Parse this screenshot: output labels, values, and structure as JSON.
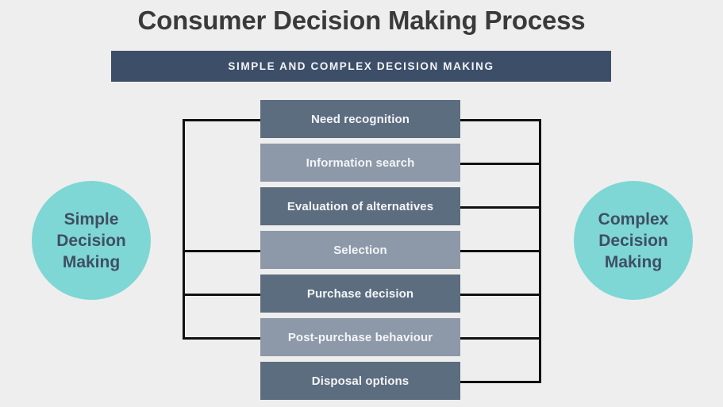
{
  "page": {
    "title": "Consumer Decision Making Process",
    "subtitle": "SIMPLE AND COMPLEX DECISION MAKING",
    "background_color": "#eeeeee",
    "title_color": "#3a3a3a",
    "subtitle_bar_color": "#3d4f68",
    "subtitle_text_color": "#f2f4f6"
  },
  "diagram": {
    "type": "process-flow",
    "connector_color": "#111111",
    "box_colors": {
      "dark": "#5d6d80",
      "light": "#8d99a8",
      "text": "#f3f5f7"
    },
    "steps": [
      {
        "index": 1,
        "label": "Need recognition",
        "tone": "dark"
      },
      {
        "index": 2,
        "label": "Information search",
        "tone": "light"
      },
      {
        "index": 3,
        "label": "Evaluation of alternatives",
        "tone": "dark"
      },
      {
        "index": 4,
        "label": "Selection",
        "tone": "light"
      },
      {
        "index": 5,
        "label": "Purchase decision",
        "tone": "dark"
      },
      {
        "index": 6,
        "label": "Post-purchase behaviour",
        "tone": "light"
      },
      {
        "index": 7,
        "label": "Disposal options",
        "tone": "dark"
      }
    ],
    "simple_path_steps": [
      "Need recognition",
      "Selection",
      "Purchase decision",
      "Post-purchase behaviour"
    ],
    "complex_path_steps": [
      "Need recognition",
      "Information search",
      "Evaluation of alternatives",
      "Selection",
      "Purchase decision",
      "Post-purchase behaviour",
      "Disposal options"
    ]
  },
  "circles": {
    "fill_color": "#7ed7d4",
    "text_color": "#3f4f63",
    "left": {
      "name": "Simple Decision Making",
      "lines": [
        "Simple",
        "Decision",
        "Making"
      ]
    },
    "right": {
      "name": "Complex Decision Making",
      "lines": [
        "Complex",
        "Decision",
        "Making"
      ]
    }
  }
}
